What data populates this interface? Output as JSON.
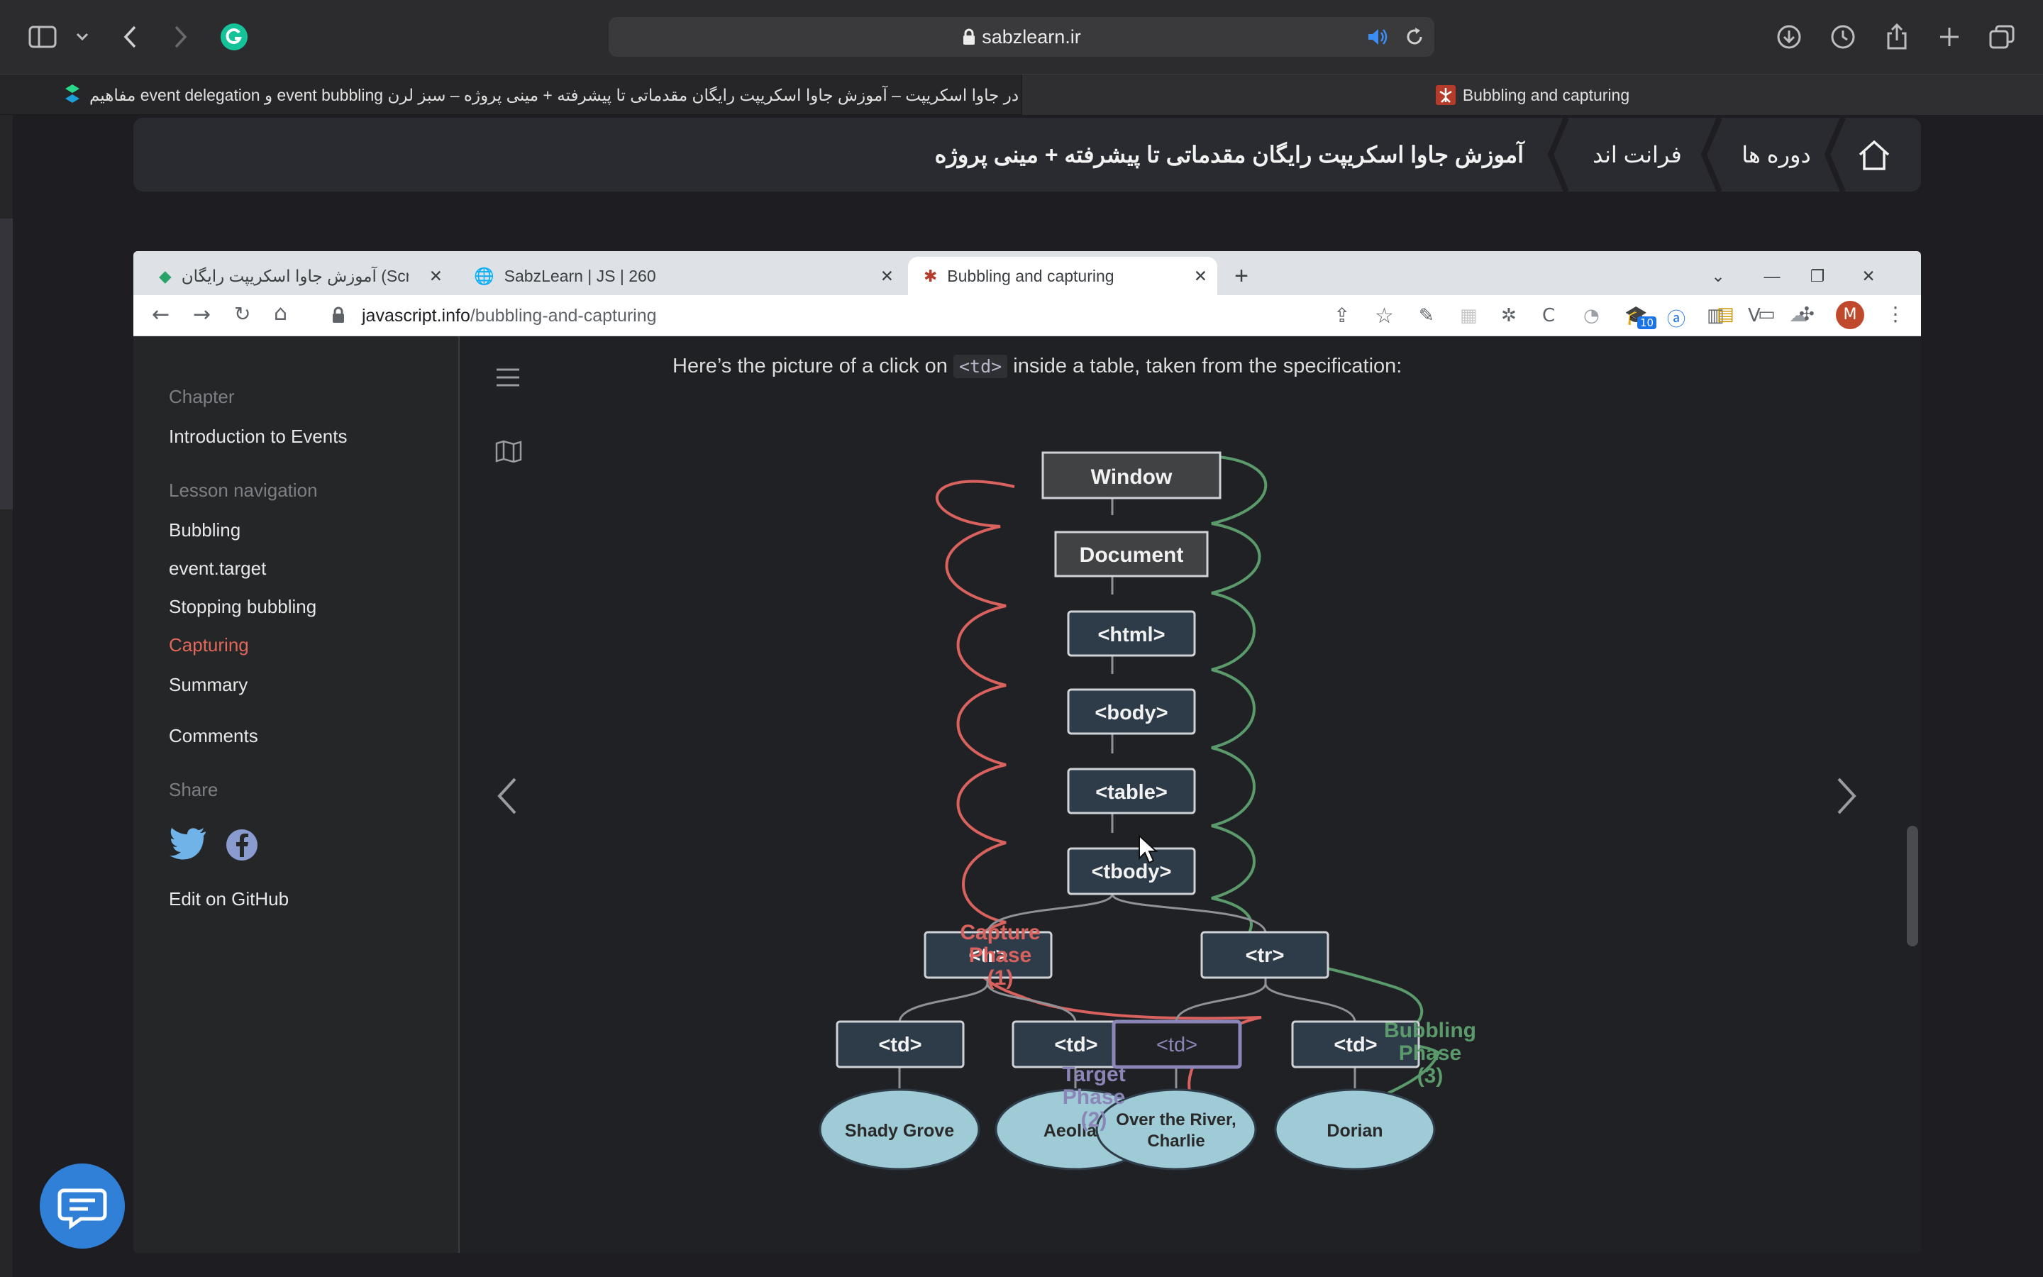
{
  "safari": {
    "address": "sabzlearn.ir",
    "tabs": [
      {
        "label": "مفاهیم event delegation و event bubbling در جاوا اسکریپت – آموزش جاوا اسکریپت رایگان مقدماتی تا پیشرفته + مینی پروژه – سبز لرن"
      },
      {
        "label": "Bubbling and capturing"
      }
    ]
  },
  "breadcrumb": {
    "items": [
      "دوره ها",
      "فرانت اند",
      "آموزش جاوا اسکریپت رایگان مقدماتی تا پیشرفته + مینی پروژه"
    ]
  },
  "chrome": {
    "tabs": [
      {
        "label": "آموزش جاوا اسکریپت رایگان (Script"
      },
      {
        "label": "SabzLearn | JS | 260"
      },
      {
        "label": "Bubbling and capturing"
      }
    ],
    "url_host": "javascript.info",
    "url_path": "/bubbling-and-capturing",
    "extension_badge": "10",
    "profile_initial": "M"
  },
  "sidebar": {
    "chapter_heading": "Chapter",
    "chapter": "Introduction to Events",
    "lesson_heading": "Lesson navigation",
    "lessons": [
      "Bubbling",
      "event.target",
      "Stopping bubbling",
      "Capturing",
      "Summary"
    ],
    "comments": "Comments",
    "share_heading": "Share",
    "edit": "Edit on GitHub"
  },
  "content": {
    "intro_before": "Here’s the picture of a click on ",
    "intro_code": "<td>",
    "intro_after": " inside a table, taken from the specification:"
  },
  "diagram": {
    "chain": [
      "Window",
      "Document",
      "<html>",
      "<body>",
      "<table>",
      "<tbody>"
    ],
    "rows": [
      "<tr>",
      "<tr>"
    ],
    "cells": [
      "<td>",
      "<td>",
      "<td>",
      "<td>"
    ],
    "leaves": [
      "Shady Grove",
      "Aeolian",
      "Over the River,",
      "Charlie",
      "Dorian"
    ],
    "capture": [
      "Capture",
      "Phase",
      "(1)"
    ],
    "target": [
      "Target",
      "Phase",
      "(2)"
    ],
    "bubbling": [
      "Bubbling",
      "Phase",
      "(3)"
    ],
    "colors": {
      "capture": "#d9625e",
      "bubbling": "#5a9a6b",
      "target": "#8b86b8",
      "node": "#2d3c48",
      "leaf": "#9fcbd6"
    }
  }
}
